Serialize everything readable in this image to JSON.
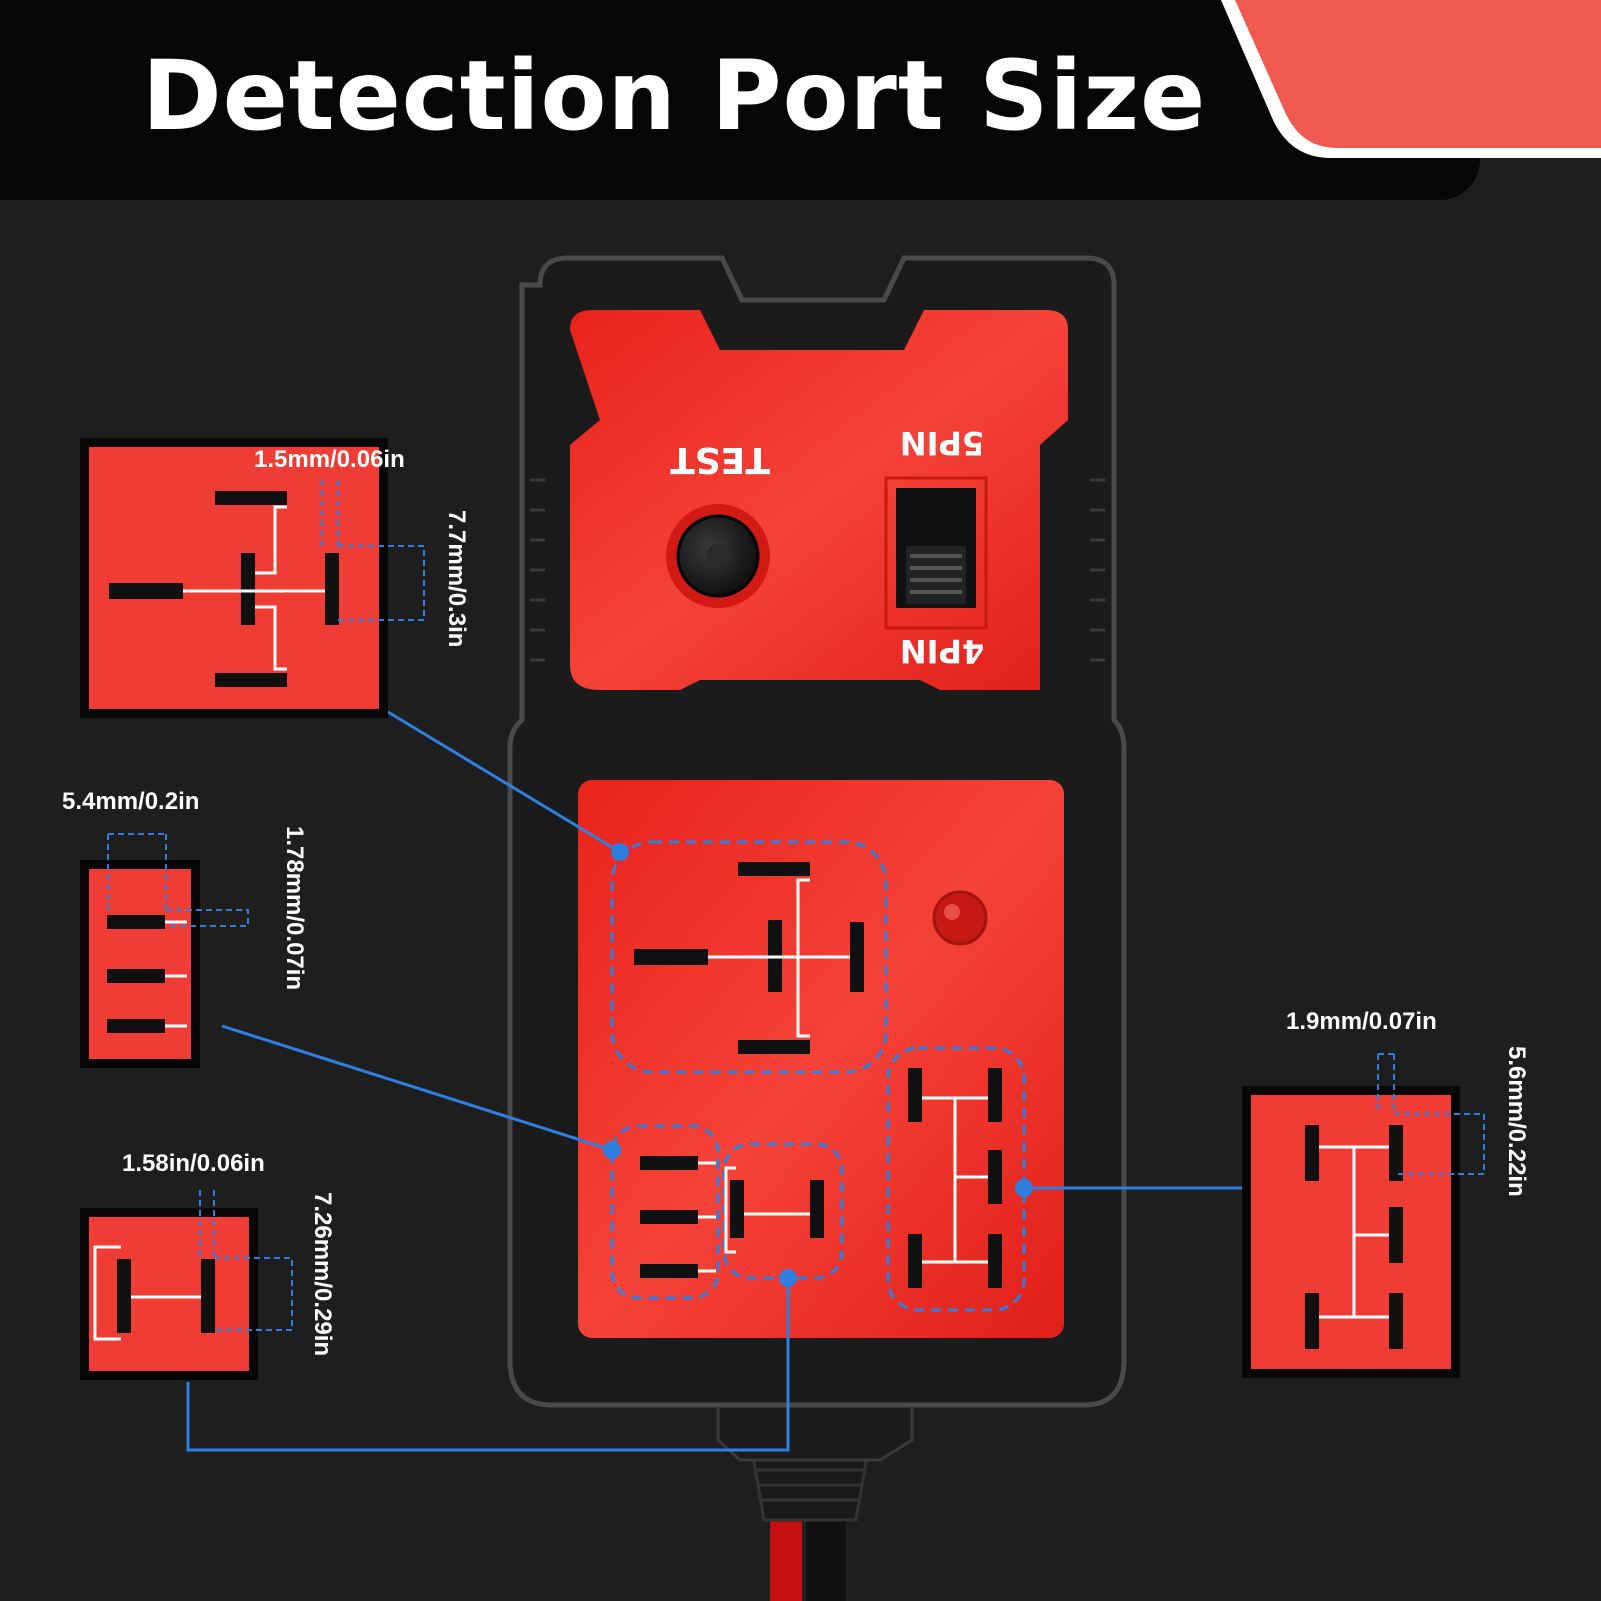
{
  "title": "Detection Port Size",
  "colors": {
    "background": "#1e1e1f",
    "banner": "#060606",
    "accent": "#f15a50",
    "device_red": "#ee2a22",
    "callout_blue": "#2e7fe0"
  },
  "device": {
    "button_label": "TEST",
    "switch_top_label": "5PIN",
    "switch_bottom_label": "4PIN"
  },
  "callouts": [
    {
      "id": "relay-5pin-large",
      "width_label": "1.5mm/0.06in",
      "height_label": "7.7mm/0.3in"
    },
    {
      "id": "relay-3pin-mini",
      "width_label": "5.4mm/0.2in",
      "height_label": "1.78mm/0.07in"
    },
    {
      "id": "relay-2pin",
      "width_label": "1.58in/0.06in",
      "height_label": "7.26mm/0.29in"
    },
    {
      "id": "relay-5pin-micro",
      "width_label": "1.9mm/0.07in",
      "height_label": "5.6mm/0.22in"
    }
  ]
}
